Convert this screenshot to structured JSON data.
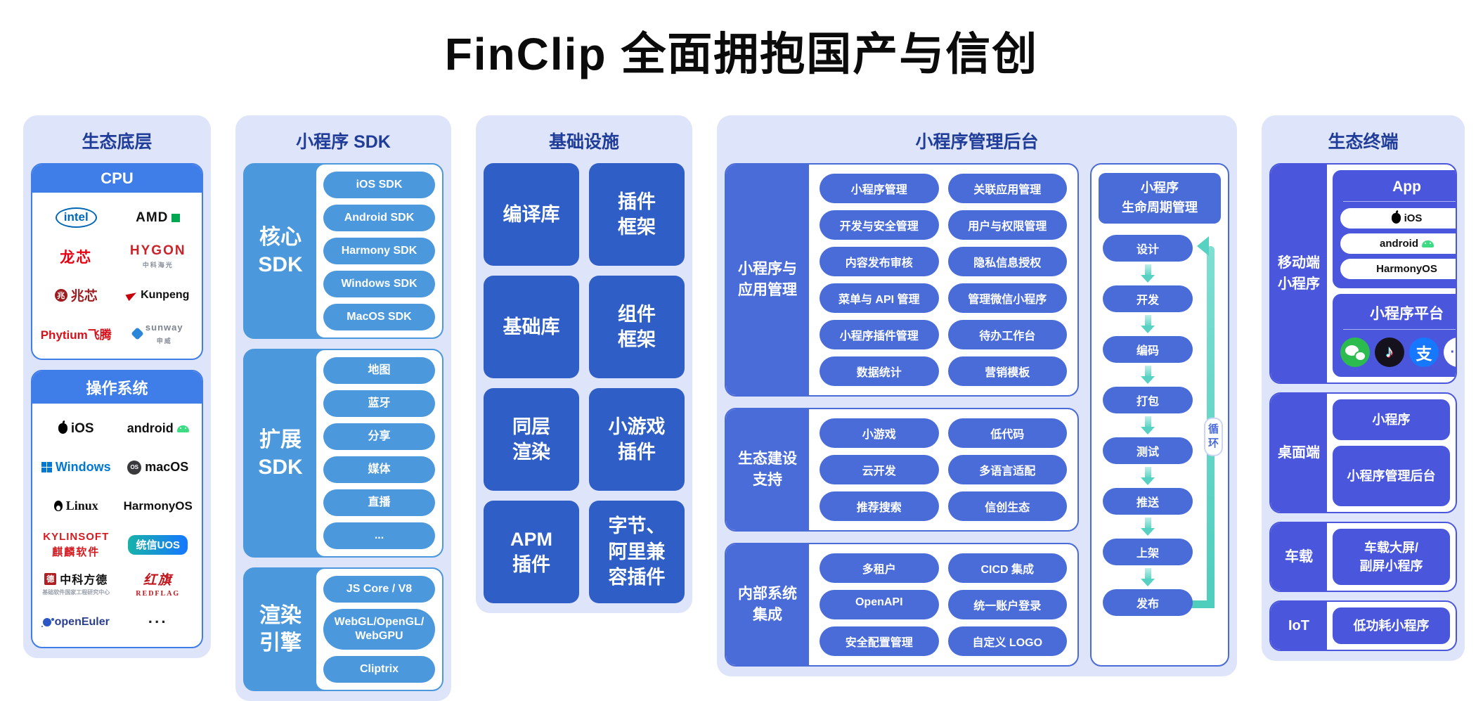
{
  "page_title": "FinClip 全面拥抱国产与信创",
  "colors": {
    "column_bg": "#dee4f9",
    "heading_navy": "#1f3d99",
    "bright_blue": "#3f7de8",
    "sky_blue": "#4b99dc",
    "medium_blue": "#2e5ec6",
    "royal_blue": "#4a6cd9",
    "indigo": "#4a57dd",
    "teal_arrow": "#56d1c2"
  },
  "eco_base": {
    "title": "生态底层",
    "cpu": {
      "header": "CPU",
      "logos": [
        {
          "name": "intel"
        },
        {
          "name": "AMD"
        },
        {
          "name": "龙芯"
        },
        {
          "name": "HYGON",
          "sub": "中科海光"
        },
        {
          "name": "兆芯"
        },
        {
          "name": "Kunpeng"
        },
        {
          "name": "Phytium飞腾"
        },
        {
          "name": "sunway",
          "sub": "申威"
        }
      ]
    },
    "os": {
      "header": "操作系统",
      "logos": [
        {
          "name": "iOS"
        },
        {
          "name": "android"
        },
        {
          "name": "Windows"
        },
        {
          "name": "macOS"
        },
        {
          "name": "Linux"
        },
        {
          "name": "HarmonyOS"
        },
        {
          "name": "KYLINSOFT",
          "sub": "麒麟软件"
        },
        {
          "name": "统信UOS"
        },
        {
          "name": "中科方德",
          "sub": "基础软件国家工程研究中心"
        },
        {
          "name": "红旗",
          "sub": "REDFLAG"
        },
        {
          "name": "openEuler"
        },
        {
          "name": "···"
        }
      ]
    }
  },
  "sdk": {
    "title": "小程序 SDK",
    "groups": [
      {
        "label": "核心\nSDK",
        "pills": [
          "iOS SDK",
          "Android SDK",
          "Harmony SDK",
          "Windows SDK",
          "MacOS SDK"
        ]
      },
      {
        "label": "扩展\nSDK",
        "pills": [
          "地图",
          "蓝牙",
          "分享",
          "媒体",
          "直播",
          "..."
        ]
      },
      {
        "label": "渲染\n引擎",
        "pills": [
          "JS Core / V8",
          "WebGL/OpenGL/\nWebGPU",
          "Cliptrix"
        ]
      }
    ]
  },
  "infra": {
    "title": "基础设施",
    "blocks": [
      "编译库",
      "插件\n框架",
      "基础库",
      "组件\n框架",
      "同层\n渲染",
      "小游戏\n插件",
      "APM\n插件",
      "字节、\n阿里兼\n容插件"
    ]
  },
  "admin": {
    "title": "小程序管理后台",
    "groups": [
      {
        "label": "小程序与\n应用管理",
        "pills": [
          "小程序管理",
          "关联应用管理",
          "开发与安全管理",
          "用户与权限管理",
          "内容发布审核",
          "隐私信息授权",
          "菜单与 API 管理",
          "管理微信小程序",
          "小程序插件管理",
          "待办工作台",
          "数据统计",
          "营销模板"
        ]
      },
      {
        "label": "生态建设\n支持",
        "pills": [
          "小游戏",
          "低代码",
          "云开发",
          "多语言适配",
          "推荐搜索",
          "信创生态"
        ]
      },
      {
        "label": "内部系统\n集成",
        "pills": [
          "多租户",
          "CICD 集成",
          "OpenAPI",
          "统一账户登录",
          "安全配置管理",
          "自定义 LOGO"
        ]
      }
    ],
    "lifecycle": {
      "header": "小程序\n生命周期管理",
      "steps": [
        "设计",
        "开发",
        "编码",
        "打包",
        "测试",
        "推送",
        "上架",
        "发布"
      ],
      "loop_label": "循\n环"
    }
  },
  "terminal": {
    "title": "生态终端",
    "mobile": {
      "label": "移动端\n小程序",
      "app": {
        "title": "App",
        "items": [
          "iOS",
          "android",
          "HarmonyOS"
        ]
      },
      "platform": {
        "title": "小程序平台",
        "icons": [
          "wechat-icon",
          "tiktok-icon",
          "alipay-icon",
          "more-icon"
        ]
      }
    },
    "desktop": {
      "label": "桌面端",
      "boxes": [
        "小程序",
        "小程序管理后台"
      ]
    },
    "car": {
      "label": "车载",
      "boxes": [
        "车载大屏/\n副屏小程序"
      ]
    },
    "iot": {
      "label": "IoT",
      "boxes": [
        "低功耗小程序"
      ]
    }
  }
}
